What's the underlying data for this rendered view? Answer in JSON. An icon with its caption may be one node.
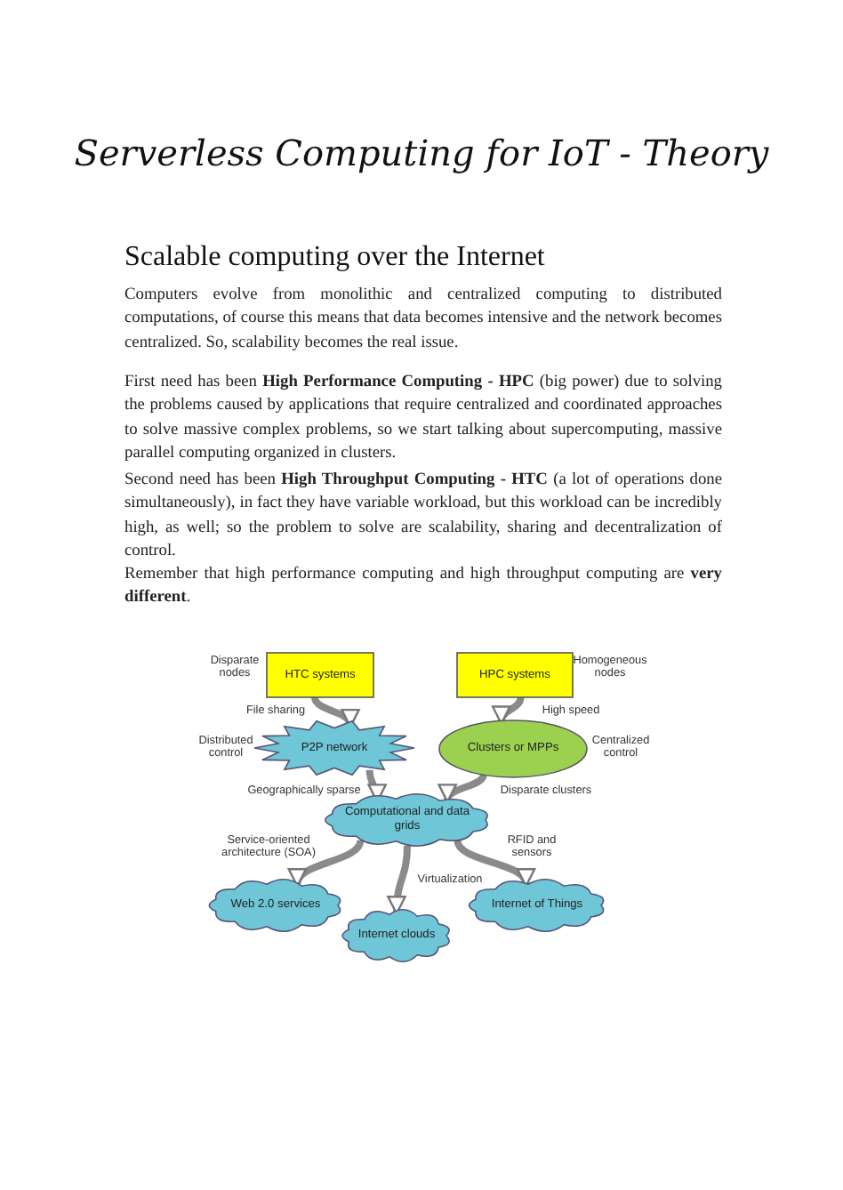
{
  "diagram": {
    "title": "Serverless Computing for IoT - Theory",
    "nodes": [
      {
        "text": [
          "HTC systems"
        ],
        "beside": [
          "Disparate nodes"
        ]
      },
      {
        "text": [
          "HPC systems"
        ],
        "beside": [
          "Homogeneous nodes"
        ]
      },
      {
        "text": [
          "P2P network"
        ],
        "beside": [
          "Distributed control"
        ]
      },
      {
        "text": [
          "Clusters or MPPs"
        ],
        "beside": [
          "Centralized control"
        ]
      },
      {
        "text": [
          "Computational and data grids"
        ]
      },
      {
        "text": [
          "Web 2.0 services"
        ]
      },
      {
        "text": [
          "Internet clouds"
        ]
      },
      {
        "text": [
          "Internet of Things"
        ]
      }
    ],
    "edges": [
      {
        "from": 0,
        "to": 2,
        "arrow": "to",
        "label": "File sharing"
      },
      {
        "from": 1,
        "to": 3,
        "arrow": "to",
        "label": "High speed"
      },
      {
        "from": 2,
        "to": 4,
        "arrow": "to",
        "label": "Geographically sparse"
      },
      {
        "from": 3,
        "to": 4,
        "arrow": "to",
        "label": "Disparate clusters"
      },
      {
        "from": 4,
        "to": 5,
        "arrow": "to",
        "label": "Service-oriented architecture (SOA)"
      },
      {
        "from": 4,
        "to": 6,
        "arrow": "to",
        "label": "Virtualization"
      },
      {
        "from": 4,
        "to": 7,
        "arrow": "to",
        "label": "RFID and sensors"
      }
    ],
    "labels": [
      "Scalable computing over the Internet",
      "Computers evolve from monolithic and centralized computing to distributed computations, of course this means that data becomes intensive and the network becomes centralized. So, scalability becomes the real issue.",
      "First need has been **High Performance Computing - HPC** (big power) due to solving the problems caused by applications that require centralized and coordinated approaches to solve massive complex problems, so we start talking about supercomputing, massive parallel computing organized in clusters.",
      "Second need has been **High Throughput Computing - HTC** (a lot of operations done simultaneously), in fact they have variable workload, but this workload can be incredibly high, as well; so the problem to solve are scalability, sharing and decentralization of control.",
      "Remember that high performance computing and high throughput computing are **very different**."
    ]
  }
}
